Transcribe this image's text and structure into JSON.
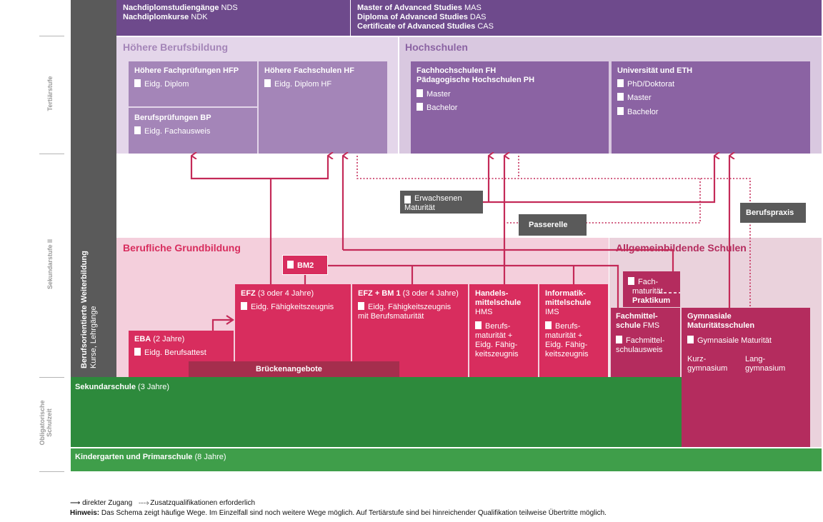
{
  "side_labels": {
    "tertiaer": "Tertiärstufe",
    "sek2": "Sekundarstufe II",
    "oblig_1": "Obligatorische",
    "oblig_2": "Schulzeit"
  },
  "weiterbildung": {
    "title": "Berufsorientierte Weiterbildung",
    "sub": "Kurse, Lehrgänge"
  },
  "nds": {
    "l1_b": "Nachdiplomstudiengänge",
    "l1": "NDS",
    "l2_b": "Nachdiplomkurse",
    "l2": "NDK"
  },
  "mas": {
    "l1_b": "Master of Advanced Studies",
    "l1": "MAS",
    "l2_b": "Diploma of Advanced Studies",
    "l2": "DAS",
    "l3_b": "Certificate of Advanced Studies",
    "l3": "CAS"
  },
  "hbb": {
    "title": "Höhere Berufsbildung",
    "hfp_title": "Höhere Fachprüfungen HFP",
    "hfp_doc": "Eidg. Diplom",
    "bp_title": "Berufsprüfungen BP",
    "bp_doc": "Eidg. Fachausweis",
    "hf_title": "Höhere Fachschulen HF",
    "hf_doc": "Eidg. Diplom HF"
  },
  "hochschulen": {
    "title": "Hochschulen",
    "fh_title1": "Fachhochschulen FH",
    "fh_title2": "Pädagogische Hochschulen PH",
    "fh_docs": [
      "Master",
      "Bachelor"
    ],
    "uni_title": "Universität und ETH",
    "uni_docs": [
      "PhD/Doktorat",
      "Master",
      "Bachelor"
    ]
  },
  "middle": {
    "erw_1": "Erwachsenen",
    "erw_2": "Maturität",
    "passerelle": "Passerelle",
    "berufspraxis": "Berufspraxis"
  },
  "grundbildung": {
    "title": "Berufliche Grundbildung",
    "bm2": "BM2",
    "efz_b": "EFZ",
    "efz": "(3 oder 4 Jahre)",
    "efz_doc": "Eidg. Fähigkeitszeugnis",
    "efzbm_b": "EFZ + BM 1",
    "efzbm": "(3 oder 4 Jahre)",
    "efzbm_doc1": "Eidg. Fähigkeitszeugnis",
    "efzbm_doc2": "mit Berufsmaturität",
    "eba_b": "EBA",
    "eba": "(2 Jahre)",
    "eba_doc": "Eidg. Berufsattest",
    "hms": [
      "Handels-",
      "mittelschule"
    ],
    "hms_abbr": "HMS",
    "hms_doc": [
      "Berufs-",
      "maturität +",
      "Eidg. Fähig-",
      "keitszeugnis"
    ],
    "ims": [
      "Informatik-",
      "mittelschule"
    ],
    "ims_abbr": "IMS",
    "ims_doc": [
      "Berufs-",
      "maturität +",
      "Eidg. Fähig-",
      "keitszeugnis"
    ],
    "bruecke": "Brückenangebote"
  },
  "allgemein": {
    "title": "Allgemeinbildende Schulen",
    "fm": [
      "Fach-",
      "maturität"
    ],
    "praktikum": "Praktikum",
    "fms_b": [
      "Fachmittel-",
      "schule"
    ],
    "fms": "FMS",
    "fms_doc": [
      "Fachmittel-",
      "schulausweis"
    ],
    "gym_b": [
      "Gymnasiale",
      "Maturitätsschulen"
    ],
    "gym_doc": "Gymnasiale Maturität",
    "kurz": [
      "Kurz-",
      "gymnasium"
    ],
    "lang": [
      "Lang-",
      "gymnasium"
    ]
  },
  "obligatorisch": {
    "sek_b": "Sekundarschule",
    "sek": "(3 Jahre)",
    "kg_b": "Kindergarten und Primarschule",
    "kg": "(8 Jahre)"
  },
  "legend": {
    "direct": "direkter Zugang",
    "extra": "Zusatzqualifikationen erforderlich",
    "hint_b": "Hinweis:",
    "hint": "Das Schema zeigt häufige Wege. Im Einzelfall sind noch weitere Wege möglich. Auf Tertiärstufe sind bei hinreichender Qualifikation teilweise Übertritte möglich."
  },
  "colors": {
    "dark_purple": "#6e4a8c",
    "light_purple": "#e4d6ea",
    "mid_purple": "#a485b8",
    "hs_light": "#d9c8e0",
    "hs_box": "#8b63a3",
    "pink": "#d82d5e",
    "pink_light": "#f4cfdc",
    "allg_light": "#ead2dc",
    "allg_box": "#b42c5e",
    "green": "#2d8a3c",
    "green_light": "#3f9e4a",
    "gray": "#5a5a5a",
    "arrow": "#c42a58"
  }
}
